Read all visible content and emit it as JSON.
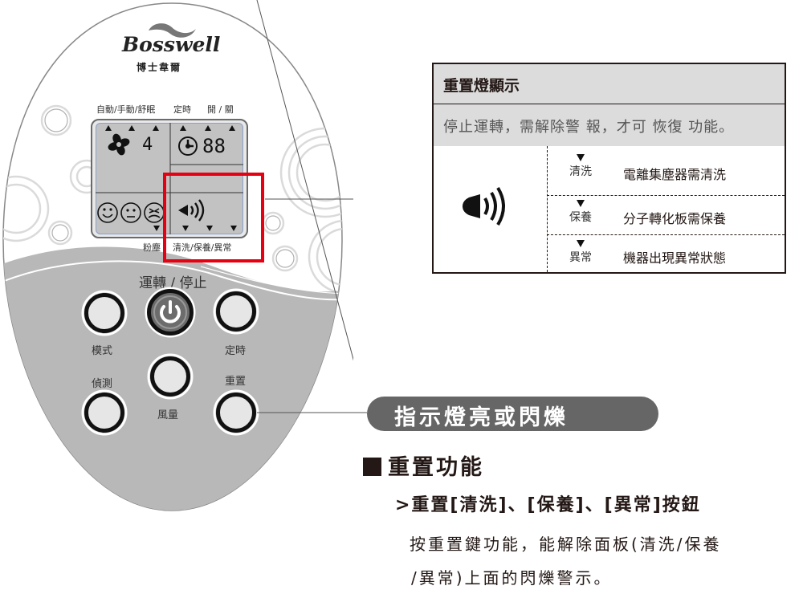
{
  "remote": {
    "brand": {
      "name_en": "Bosswell",
      "name_cn": "博士韋爾"
    },
    "lcd_labels": {
      "mode": "自動/手動/舒眠",
      "timer": "定時",
      "on_off": "開 / 關",
      "dust": "粉塵",
      "reset_status": "清洗/保養/異常"
    },
    "lcd": {
      "fan_speed": "4",
      "timer_digits": "88",
      "icons": [
        "fan-icon",
        "clock-icon",
        "face-happy-icon",
        "face-neutral-icon",
        "face-bad-icon",
        "speaker-alert-icon"
      ]
    },
    "run_stop_label": "運轉 / 停止",
    "buttons": [
      {
        "id": "mode",
        "label": "模式"
      },
      {
        "id": "power",
        "label": "運轉/停止"
      },
      {
        "id": "timer",
        "label": "定時"
      },
      {
        "id": "detect",
        "label": "偵測"
      },
      {
        "id": "fan",
        "label": "風量"
      },
      {
        "id": "reset",
        "label": "重置"
      }
    ],
    "highlight_color": "#e60012"
  },
  "info_table": {
    "title": "重置燈顯示",
    "subtitle": "停止運轉，需解除警 報，才可 恢復 功能。",
    "icon": "speaker-alert-icon",
    "rows": [
      {
        "tag": "清洗",
        "desc": "電離集塵器需清洗"
      },
      {
        "tag": "保養",
        "desc": "分子轉化板需保養"
      },
      {
        "tag": "異常",
        "desc": "機器出現異常狀態"
      }
    ]
  },
  "callout": {
    "pill_label": "指示燈亮或閃爍",
    "section_title": "重置功能",
    "sub_heading": ">重置[清洗]、[保養]、[異常]按鈕",
    "body_lines": [
      "按重置鍵功能，能解除面板(清洗/保養",
      "/異常)上面的閃爍警示。"
    ]
  },
  "colors": {
    "pill_bg": "#666666",
    "table_header_bg": "#dcdcdc",
    "lcd_bg": "#c2c2c2",
    "remote_lower_bg": "#b8b8b8"
  }
}
